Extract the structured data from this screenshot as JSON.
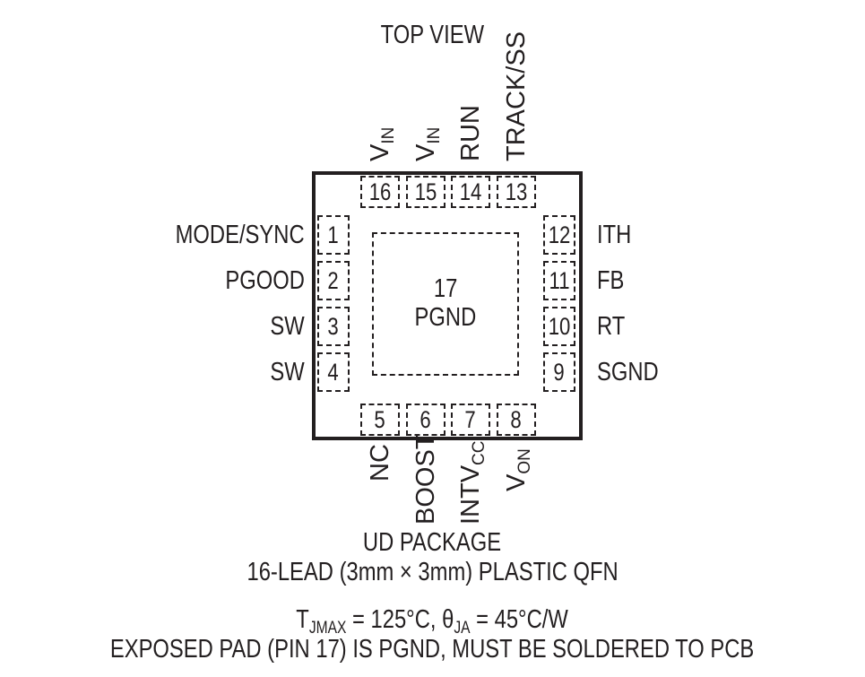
{
  "title": "TOP VIEW",
  "pad": {
    "number": "17",
    "name": "PGND"
  },
  "pins_left": [
    {
      "num": "1",
      "name": "MODE/SYNC"
    },
    {
      "num": "2",
      "name": "PGOOD"
    },
    {
      "num": "3",
      "name": "SW"
    },
    {
      "num": "4",
      "name": "SW"
    }
  ],
  "pins_right": [
    {
      "num": "12",
      "name": "ITH"
    },
    {
      "num": "11",
      "name": "FB"
    },
    {
      "num": "10",
      "name": "RT"
    },
    {
      "num": "9",
      "name": "SGND"
    }
  ],
  "pins_top": [
    {
      "num": "16",
      "name": "V",
      "sub": "IN"
    },
    {
      "num": "15",
      "name": "V",
      "sub": "IN"
    },
    {
      "num": "14",
      "name": "RUN",
      "sub": ""
    },
    {
      "num": "13",
      "name": "TRACK/SS",
      "sub": ""
    }
  ],
  "pins_bottom": [
    {
      "num": "5",
      "name": "NC",
      "sub": ""
    },
    {
      "num": "6",
      "name": "BOOST",
      "sub": ""
    },
    {
      "num": "7",
      "name": "INTV",
      "sub": "CC"
    },
    {
      "num": "8",
      "name": "V",
      "sub": "ON"
    }
  ],
  "package": {
    "line1": "UD PACKAGE",
    "line2": "16-LEAD (3mm × 3mm) PLASTIC QFN"
  },
  "thermal": {
    "t_main": "T",
    "t_sub": "JMAX",
    "t_value": " = 125°C, ",
    "theta": "θ",
    "theta_sub": "JA",
    "theta_value": " = 45°C/W"
  },
  "exposed_pad_note": "EXPOSED PAD (PIN 17) IS PGND, MUST BE SOLDERED TO PCB"
}
